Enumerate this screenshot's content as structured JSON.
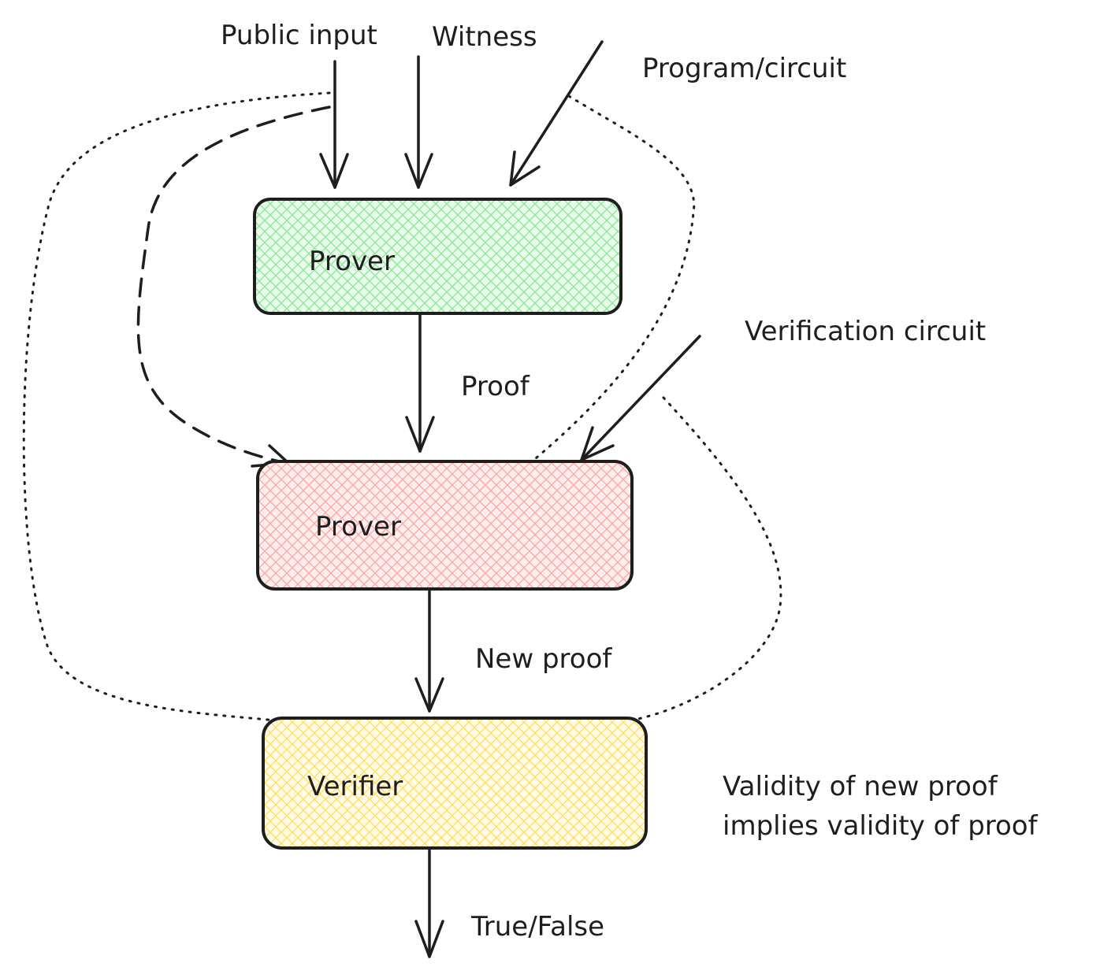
{
  "inputs": {
    "public_input": "Public input",
    "witness": "Witness",
    "program_circuit": "Program/circuit",
    "verification_circuit": "Verification circuit"
  },
  "nodes": {
    "prover_1": {
      "label": "Prover",
      "color": "#b2f2bb"
    },
    "prover_2": {
      "label": "Prover",
      "color": "#ffc9c9"
    },
    "verifier": {
      "label": "Verifier",
      "color": "#ffec99"
    }
  },
  "edges": {
    "proof": "Proof",
    "new_proof": "New proof",
    "output": "True/False"
  },
  "note": {
    "line1": "Validity of new proof",
    "line2": "implies validity of proof"
  },
  "stroke_color": "#1e1e1e"
}
